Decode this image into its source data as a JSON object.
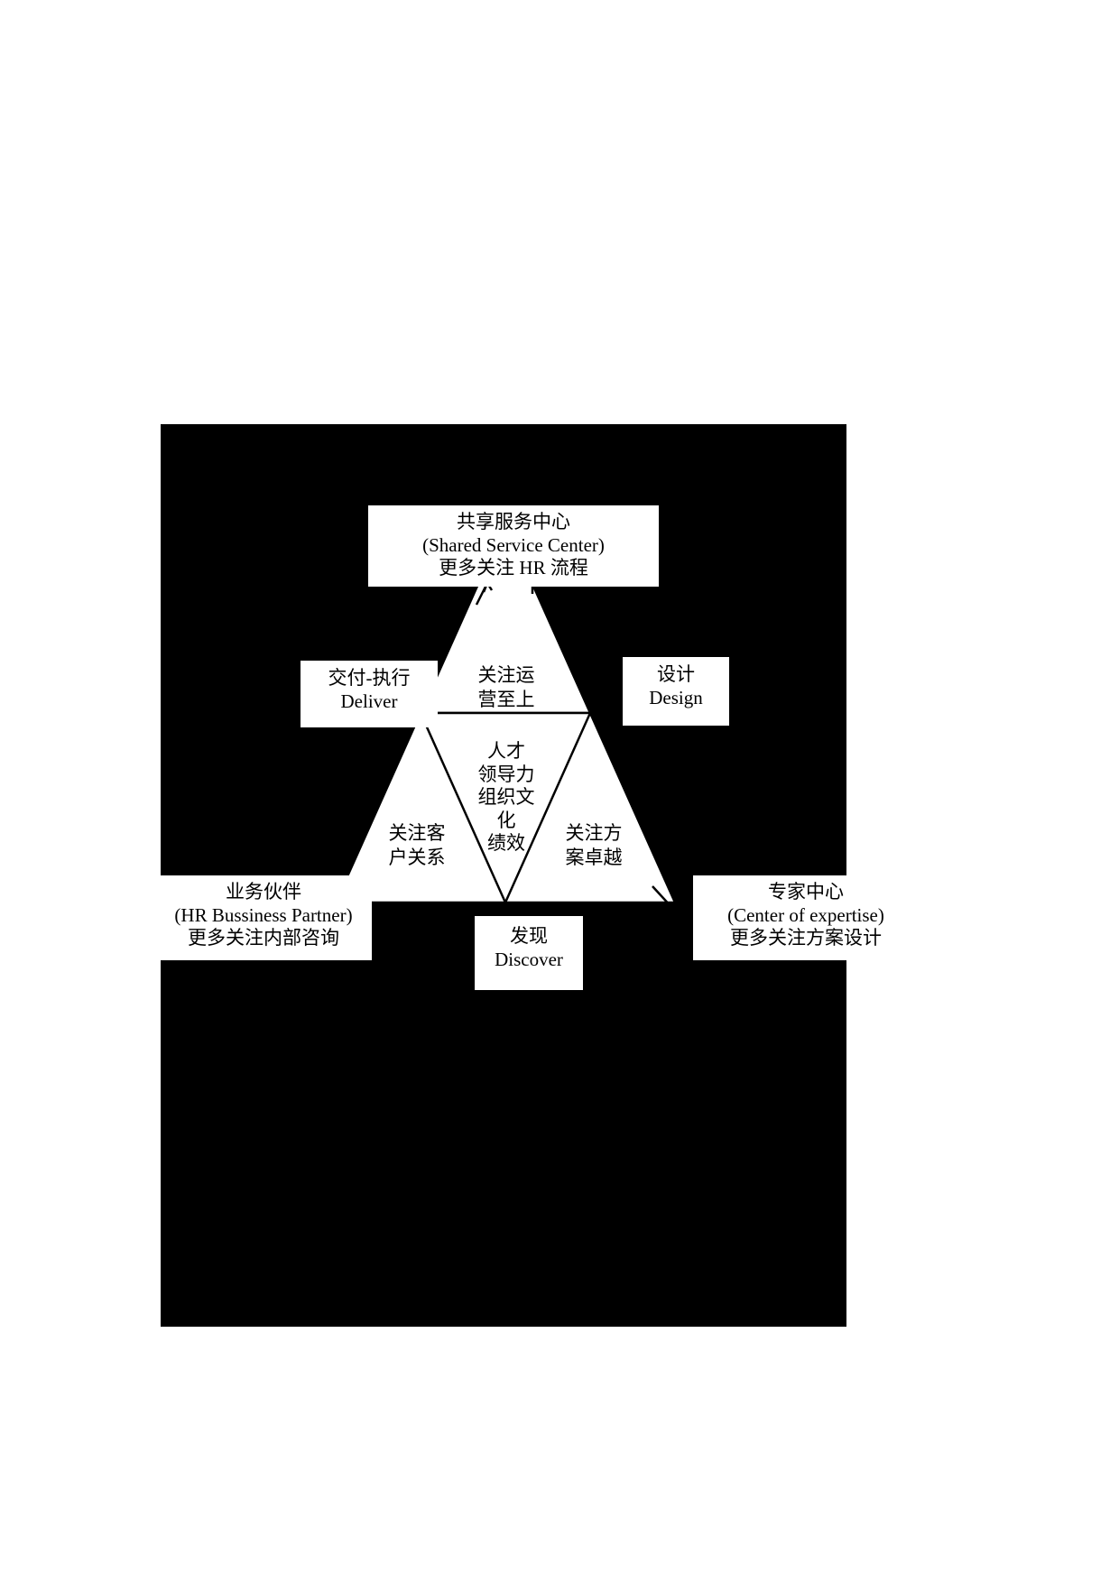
{
  "page": {
    "background_color": "#ffffff",
    "slide_background_color": "#000000",
    "shape_fill_color": "#ffffff",
    "line_color": "#000000"
  },
  "diagram": {
    "type": "triangle-model",
    "title_boxes": {
      "shared_service_center": {
        "cn": "共享服务中心",
        "en": "(Shared Service Center)",
        "note": "更多关注 HR 流程"
      },
      "deliver": {
        "cn": "交付-执行",
        "en": "Deliver"
      },
      "design": {
        "cn": "设计",
        "en": "Design"
      },
      "discover": {
        "cn": "发现",
        "en": "Discover"
      },
      "hr_business_partner": {
        "cn": "业务伙伴",
        "en": "(HR Bussiness Partner)",
        "note": "更多关注内部咨询"
      },
      "center_of_expertise": {
        "cn": "专家中心",
        "en": "(Center of expertise)",
        "note": "更多关注方案设计"
      }
    },
    "triangles": {
      "top": {
        "line1": "关注运",
        "line2": "营至上"
      },
      "bottom_left": {
        "line1": "关注客",
        "line2": "户关系"
      },
      "bottom_right": {
        "line1": "关注方",
        "line2": "案卓越"
      },
      "center": {
        "line1": "人才",
        "line2": "领导力",
        "line3": "组织文",
        "line4": "化",
        "line5": "绩效"
      }
    },
    "connectors": [
      {
        "name": "deliver-to-triangle",
        "style": "line"
      },
      {
        "name": "design-to-triangle",
        "style": "line"
      },
      {
        "name": "ssc-left-arrow",
        "style": "arrow"
      },
      {
        "name": "ssc-right-arrow",
        "style": "arrow"
      },
      {
        "name": "hrbp-arrow",
        "style": "arrow"
      },
      {
        "name": "coe-arrow",
        "style": "arrow"
      }
    ]
  }
}
